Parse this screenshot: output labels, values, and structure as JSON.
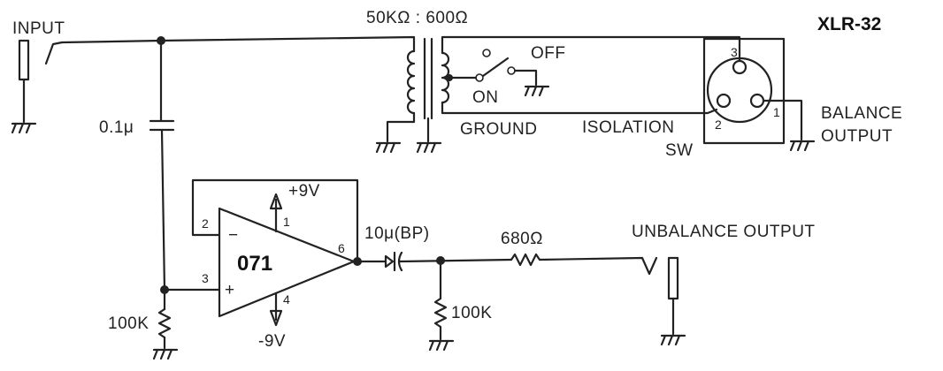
{
  "title": "XLR-32",
  "labels": {
    "input": "INPUT",
    "transformer_ratio": "50KΩ : 600Ω",
    "switch_off": "OFF",
    "switch_on": "ON",
    "ground": "GROUND",
    "isolation": "ISOLATION",
    "sw": "SW",
    "balance": "BALANCE",
    "balance_output": "OUTPUT",
    "unbalance_output": "UNBALANCE   OUTPUT",
    "cap_input": "0.1μ",
    "cap_output": "10μ(BP)",
    "res_series": "680Ω",
    "res_output_ground": "100K",
    "res_input_bias": "100K",
    "opamp": "071",
    "plus_supply": "+9V",
    "minus_supply": "-9V",
    "opamp_plus_sign": "+",
    "opamp_minus_sign": "−",
    "pin_2": "2",
    "pin_3": "3",
    "pin_6": "6",
    "pin_1": "1",
    "pin_4": "4",
    "xlr_pin_3": "3",
    "xlr_pin_2": "2",
    "xlr_pin_1": "1"
  }
}
